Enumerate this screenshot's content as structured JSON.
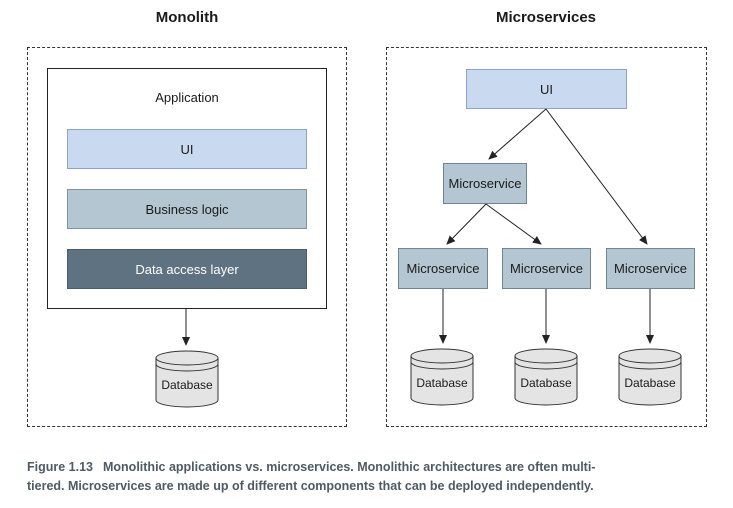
{
  "monolith": {
    "title": "Monolith",
    "app_label": "Application",
    "layers": {
      "ui": "UI",
      "business": "Business logic",
      "data_access": "Data access layer"
    },
    "database": "Database"
  },
  "microservices": {
    "title": "Microservices",
    "ui": "UI",
    "gateway": "Microservice",
    "services": [
      "Microservice",
      "Microservice",
      "Microservice"
    ],
    "databases": [
      "Database",
      "Database",
      "Database"
    ]
  },
  "caption": {
    "figure": "Figure 1.13",
    "line1": "Monolithic applications vs. microservices. Monolithic architectures are often multi-",
    "line2": "tiered. Microservices are made up of different components that can be deployed independently."
  },
  "colors": {
    "ui": "#c9d9f0",
    "business": "#b4c6d1",
    "data_access": "#5f7282",
    "caption": "#4f5a64"
  }
}
